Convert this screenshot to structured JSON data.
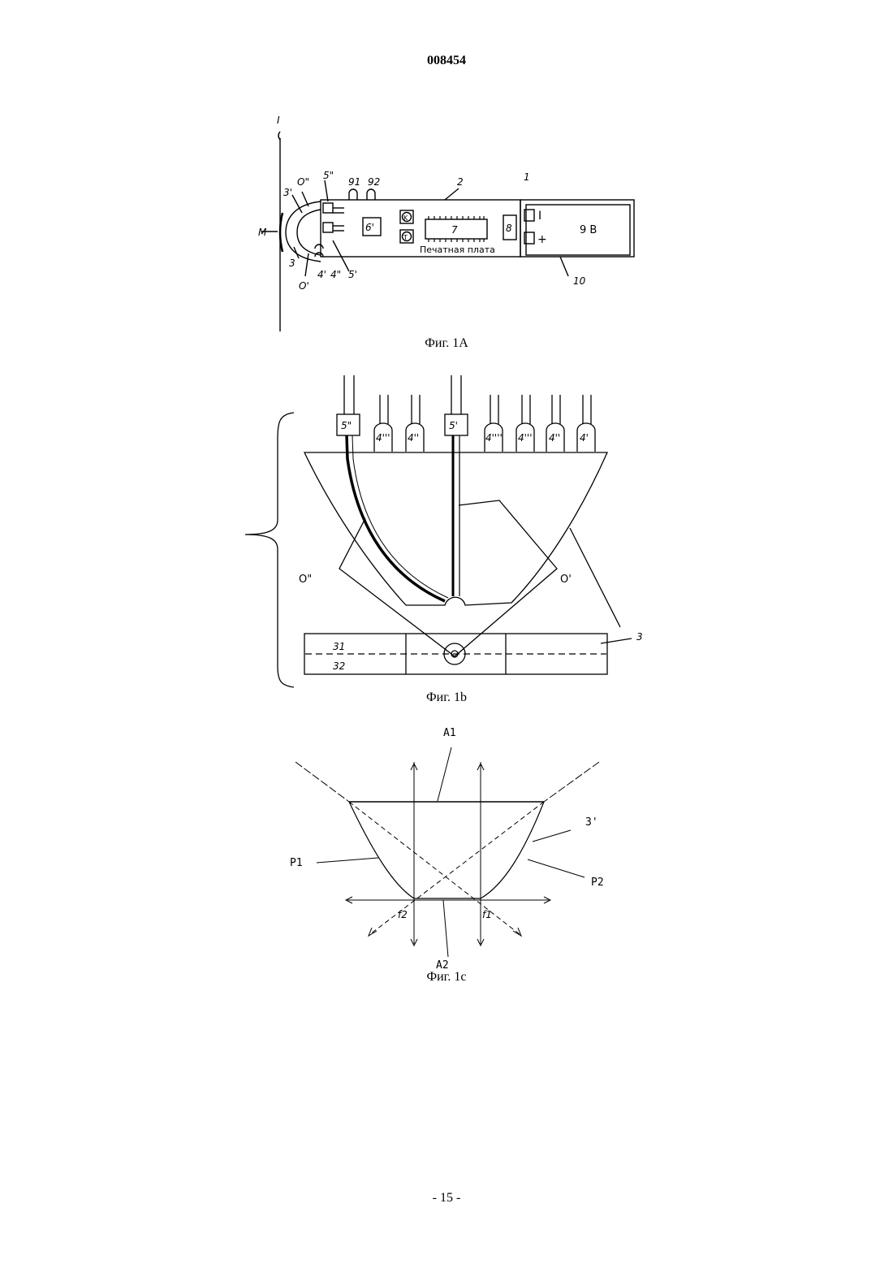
{
  "header": {
    "doc_number": "008454"
  },
  "figures": {
    "fig1a": {
      "caption": "Фиг. 1А",
      "labels": {
        "I": "I",
        "M": "M",
        "one": "1",
        "two": "2",
        "o_double": "O\"",
        "o_single": "O'",
        "five_double": "5\"",
        "five_single": "5'",
        "three_prime": "3'",
        "three": "3",
        "four_prime": "4'",
        "four_double": "4\"",
        "six_prime": "6'",
        "seven": "7",
        "eight": "8",
        "nine_one": "91",
        "nine_two": "92",
        "ten": "10",
        "battery": "9 B",
        "plus": "+",
        "minus": "I",
        "k": "K",
        "t": "T",
        "board": "Печатная плата"
      }
    },
    "fig1b": {
      "caption": "Фиг. 1b",
      "labels": {
        "five_double": "5\"",
        "five_single": "5'",
        "led_labels": [
          "4'''",
          "4''",
          "4''''",
          "4'''",
          "4''",
          "4'"
        ],
        "o_double": "O\"",
        "o_single": "O'",
        "three": "3",
        "nine_one": "31",
        "nine_two": "32"
      }
    },
    "fig1c": {
      "caption": "Фиг. 1с",
      "labels": {
        "a1": "A1",
        "a2": "A2",
        "p1": "P1",
        "p2": "P2",
        "three_prime": "3'",
        "f1": "f1",
        "f2": "f2"
      }
    }
  },
  "footer": {
    "page_number": "- 15 -"
  }
}
